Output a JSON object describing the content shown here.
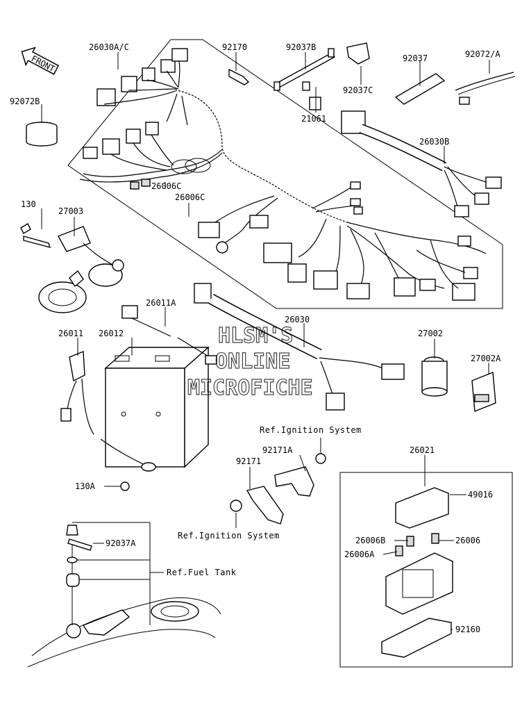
{
  "front_label": "FRONT",
  "watermark": [
    "HLSM'S",
    "ONLINE",
    "MICROFICHE"
  ],
  "parts": {
    "p26030AC": "26030A/C",
    "p92170": "92170",
    "p92037B": "92037B",
    "p92037": "92037",
    "p92072A": "92072/A",
    "p92072B": "92072B",
    "p92037C": "92037C",
    "p21061": "21061",
    "p26030B": "26030B",
    "p26006C_1": "26006C",
    "p26006C_2": "26006C",
    "p130": "130",
    "p27003": "27003",
    "p26011A": "26011A",
    "p26030": "26030",
    "p26011": "26011",
    "p26012": "26012",
    "p27002": "27002",
    "p27002A": "27002A",
    "p92171A": "92171A",
    "p92171": "92171",
    "p26021": "26021",
    "p130A": "130A",
    "p49016": "49016",
    "p92037A": "92037A",
    "p26006B": "26006B",
    "p26006": "26006",
    "p26006A": "26006A",
    "p92160": "92160"
  },
  "refs": {
    "ignition_top": "Ref.Ignition System",
    "ignition_bottom": "Ref.Ignition System",
    "fuel_tank": "Ref.Fuel Tank"
  }
}
